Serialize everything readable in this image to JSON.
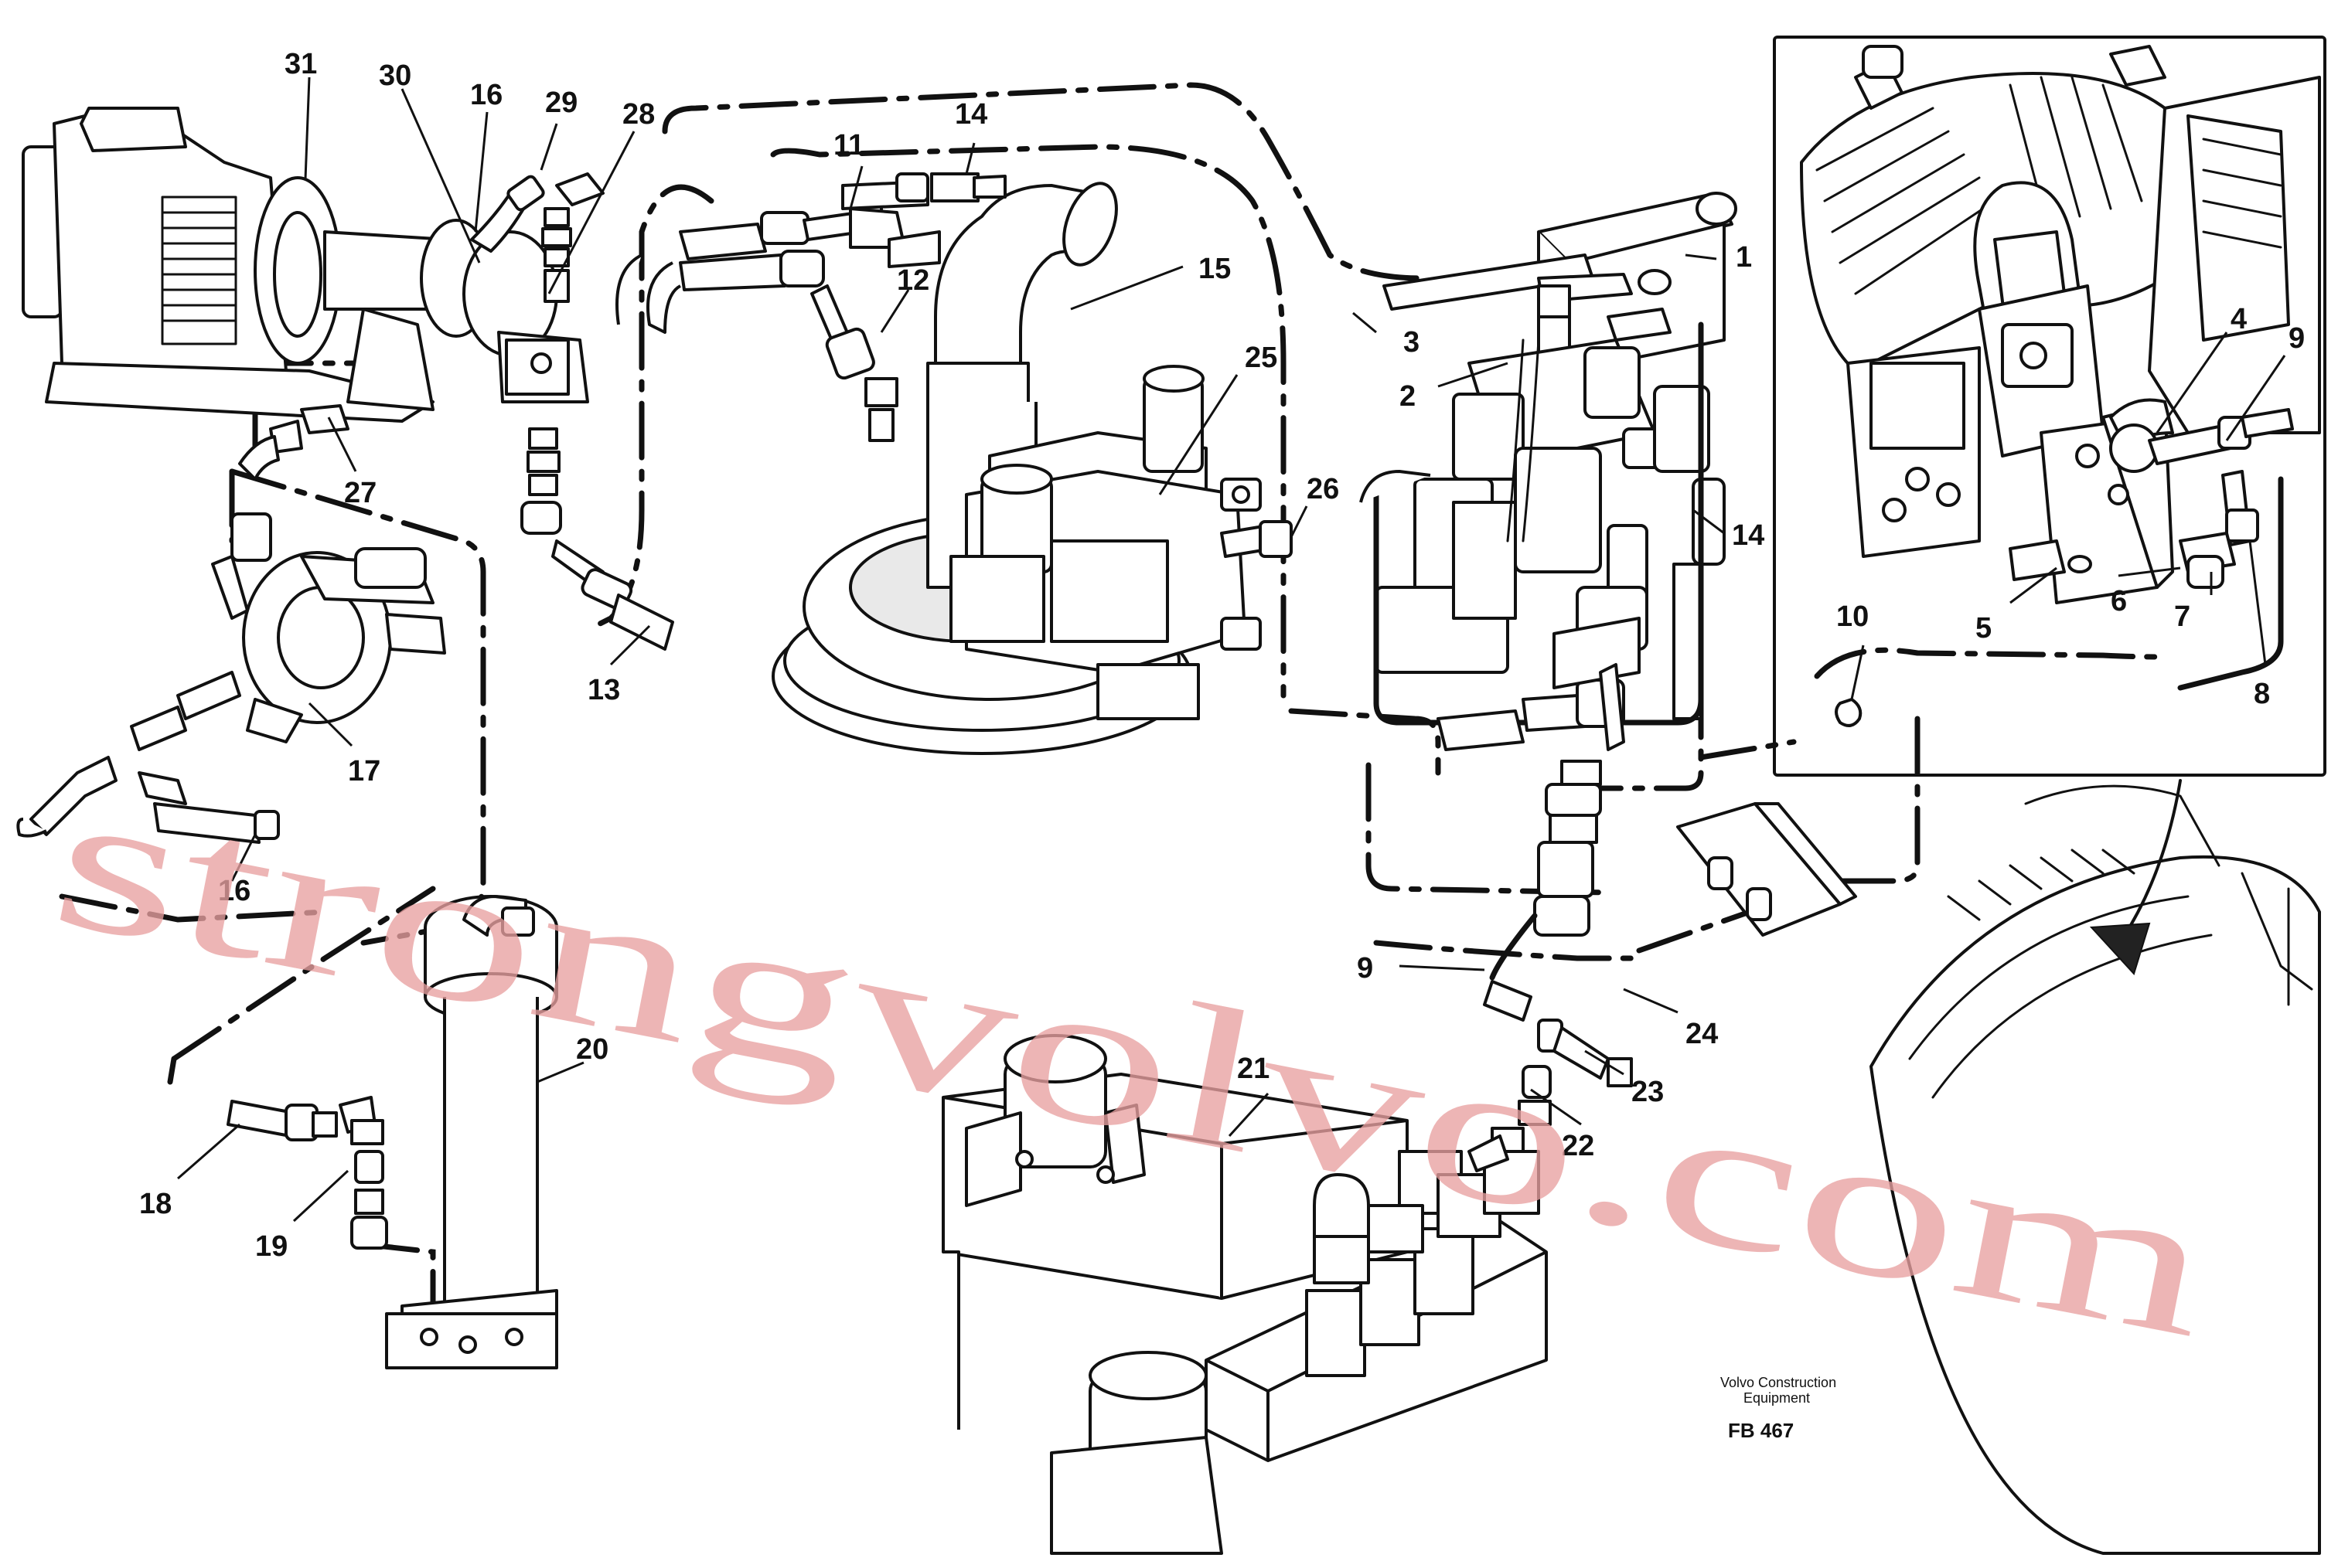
{
  "diagram": {
    "callouts": [
      {
        "id": "31",
        "label": "31"
      },
      {
        "id": "30",
        "label": "30"
      },
      {
        "id": "16",
        "label": "16"
      },
      {
        "id": "29",
        "label": "29"
      },
      {
        "id": "28",
        "label": "28"
      },
      {
        "id": "27",
        "label": "27"
      },
      {
        "id": "17",
        "label": "17"
      },
      {
        "id": "16b",
        "label": "16"
      },
      {
        "id": "11",
        "label": "11"
      },
      {
        "id": "14",
        "label": "14"
      },
      {
        "id": "15",
        "label": "15"
      },
      {
        "id": "12",
        "label": "12"
      },
      {
        "id": "13",
        "label": "13"
      },
      {
        "id": "25",
        "label": "25"
      },
      {
        "id": "26",
        "label": "26"
      },
      {
        "id": "1",
        "label": "1"
      },
      {
        "id": "3",
        "label": "3"
      },
      {
        "id": "2",
        "label": "2"
      },
      {
        "id": "14b",
        "label": "14"
      },
      {
        "id": "4",
        "label": "4"
      },
      {
        "id": "9",
        "label": "9"
      },
      {
        "id": "5",
        "label": "5"
      },
      {
        "id": "6",
        "label": "6"
      },
      {
        "id": "7",
        "label": "7"
      },
      {
        "id": "8",
        "label": "8"
      },
      {
        "id": "10",
        "label": "10"
      },
      {
        "id": "9b",
        "label": "9"
      },
      {
        "id": "24",
        "label": "24"
      },
      {
        "id": "23",
        "label": "23"
      },
      {
        "id": "22",
        "label": "22"
      },
      {
        "id": "21",
        "label": "21"
      },
      {
        "id": "20",
        "label": "20"
      },
      {
        "id": "18",
        "label": "18"
      },
      {
        "id": "19",
        "label": "19"
      }
    ],
    "credit_line1": "Volvo Construction",
    "credit_line2": "Equipment",
    "figure_number": "FB 467",
    "watermark": "strongvolvo.com"
  }
}
